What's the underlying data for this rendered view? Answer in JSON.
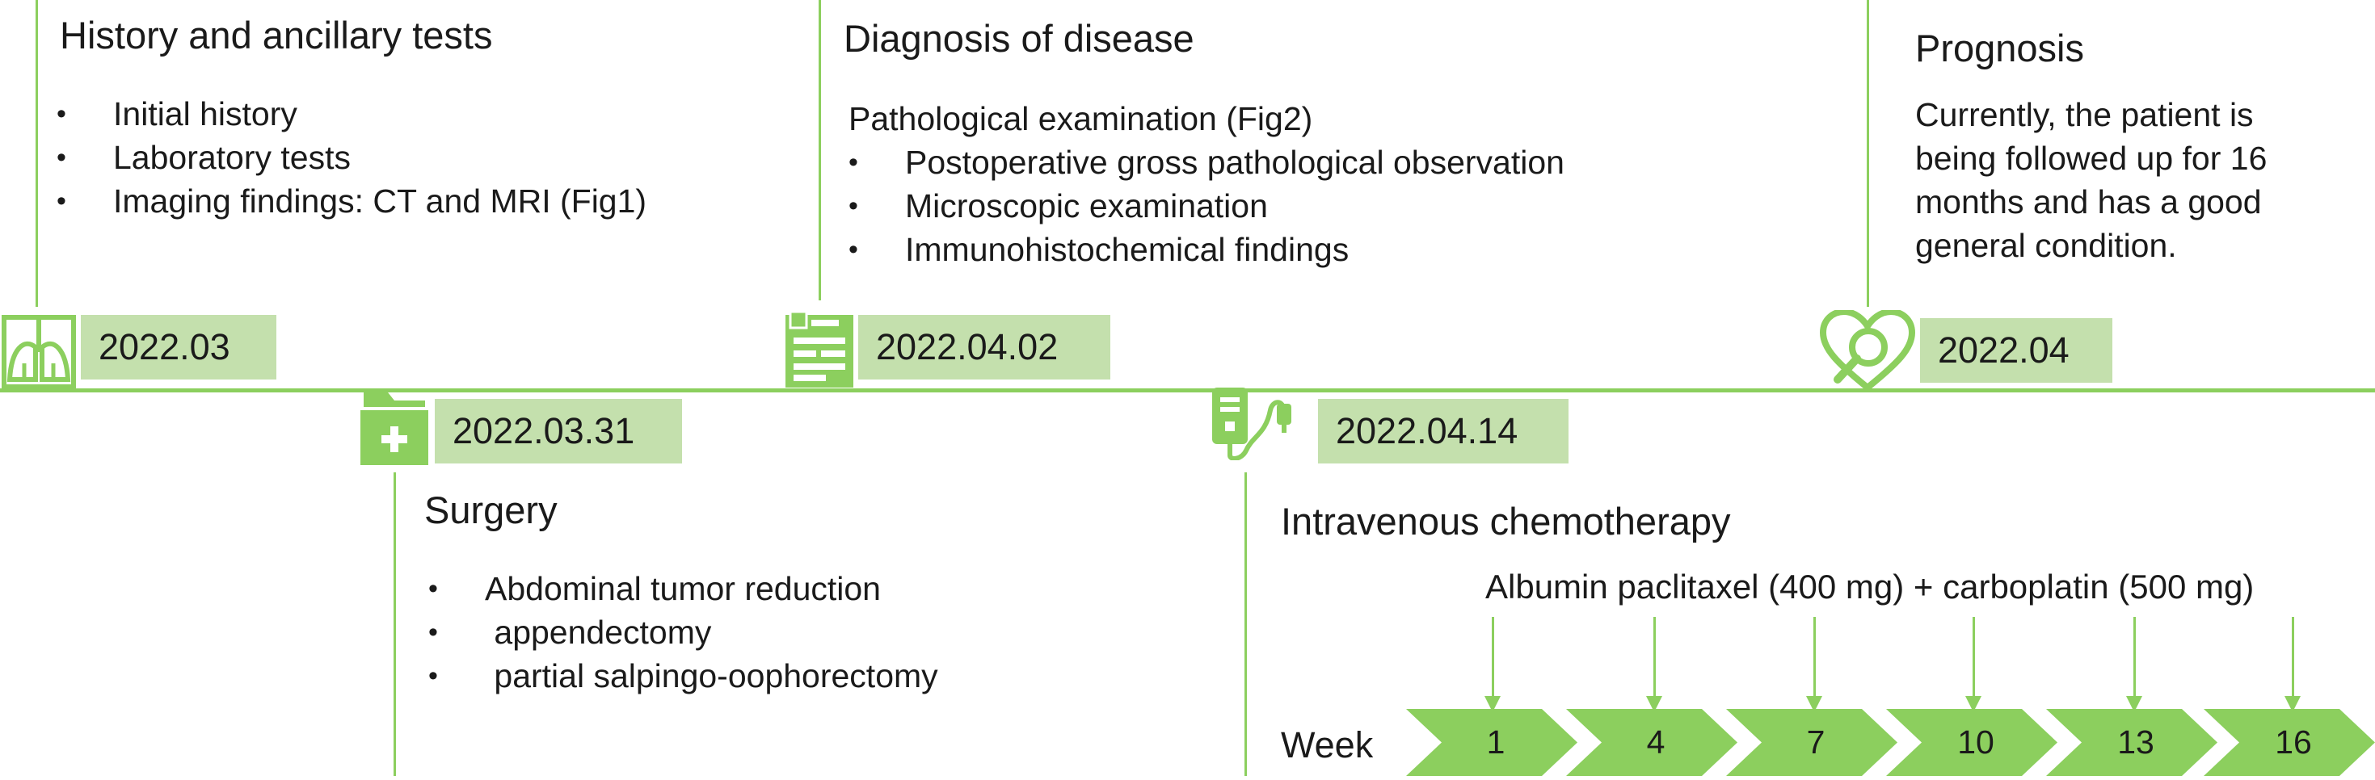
{
  "colors": {
    "accent": "#8ccf5e",
    "date_box": "#c4e0ad",
    "text": "#1a1a1a"
  },
  "events": {
    "history": {
      "date": "2022.03",
      "icon": "lungs-icon",
      "title": "History and ancillary tests",
      "items": [
        "Initial history",
        "Laboratory tests",
        "Imaging findings: CT and MRI (Fig1)"
      ]
    },
    "surgery": {
      "date": "2022.03.31",
      "icon": "medical-folder-icon",
      "title": "Surgery",
      "items": [
        "Abdominal tumor reduction",
        " appendectomy",
        " partial salpingo-oophorectomy"
      ]
    },
    "diagnosis": {
      "date": "2022.04.02",
      "icon": "clipboard-icon",
      "title": "Diagnosis of disease",
      "subtitle": "Pathological examination (Fig2)",
      "items": [
        "Postoperative gross pathological observation",
        "Microscopic examination",
        "Immunohistochemical findings"
      ]
    },
    "chemo": {
      "date": "2022.04.14",
      "icon": "iv-drip-icon",
      "title": "Intravenous chemotherapy",
      "regimen": "Albumin paclitaxel (400 mg) + carboplatin (500 mg)",
      "week_label": "Week",
      "weeks": [
        "1",
        "4",
        "7",
        "10",
        "13",
        "16"
      ]
    },
    "prognosis": {
      "date": "2022.04",
      "icon": "heart-magnifier-icon",
      "title": "Prognosis",
      "lines": [
        "Currently, the patient is",
        "being followed up for 16",
        "months and has a good",
        "general condition."
      ]
    }
  }
}
